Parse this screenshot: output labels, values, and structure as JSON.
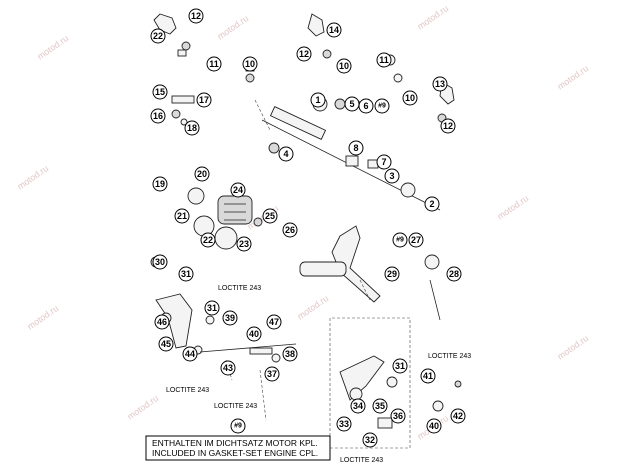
{
  "watermark": "motod.ru",
  "callouts": {
    "n12a": "12",
    "n22": "22",
    "n11a": "11",
    "n10a": "10",
    "n14": "14",
    "n12b": "12",
    "n10b": "10",
    "n11b": "11",
    "n15": "15",
    "n17": "17",
    "n16": "16",
    "n18": "18",
    "n1": "1",
    "n5": "5",
    "n6": "6",
    "n9a": "#9",
    "n13": "13",
    "n10c": "10",
    "n12c": "12",
    "n4": "4",
    "n8": "8",
    "n7": "7",
    "n3": "3",
    "n2": "2",
    "n19": "19",
    "n20": "20",
    "n24": "24",
    "n21": "21",
    "n25": "25",
    "n26": "26",
    "n22b": "22",
    "n23": "23",
    "n9b": "#9",
    "n27": "27",
    "n28": "28",
    "n29": "29",
    "n30": "30",
    "n31a": "31",
    "n46": "46",
    "n31b": "31",
    "n39": "39",
    "n40a": "40",
    "n47": "47",
    "n45": "45",
    "n44": "44",
    "n38": "38",
    "n43": "43",
    "n37": "37",
    "n9c": "#9",
    "n31c": "31",
    "n41": "41",
    "n34": "34",
    "n35": "35",
    "n36": "36",
    "n42": "42",
    "n40b": "40",
    "n33": "33",
    "n32": "32"
  },
  "labels": {
    "loctite_1": "LOCTITE 243",
    "loctite_2": "LOCTITE 243",
    "loctite_3": "LOCTITE 243",
    "loctite_4": "LOCTITE 243"
  },
  "note": {
    "line1": "ENTHALTEN IM DICHTSATZ MOTOR KPL.",
    "line2": "INCLUDED IN GASKET-SET ENGINE CPL."
  }
}
